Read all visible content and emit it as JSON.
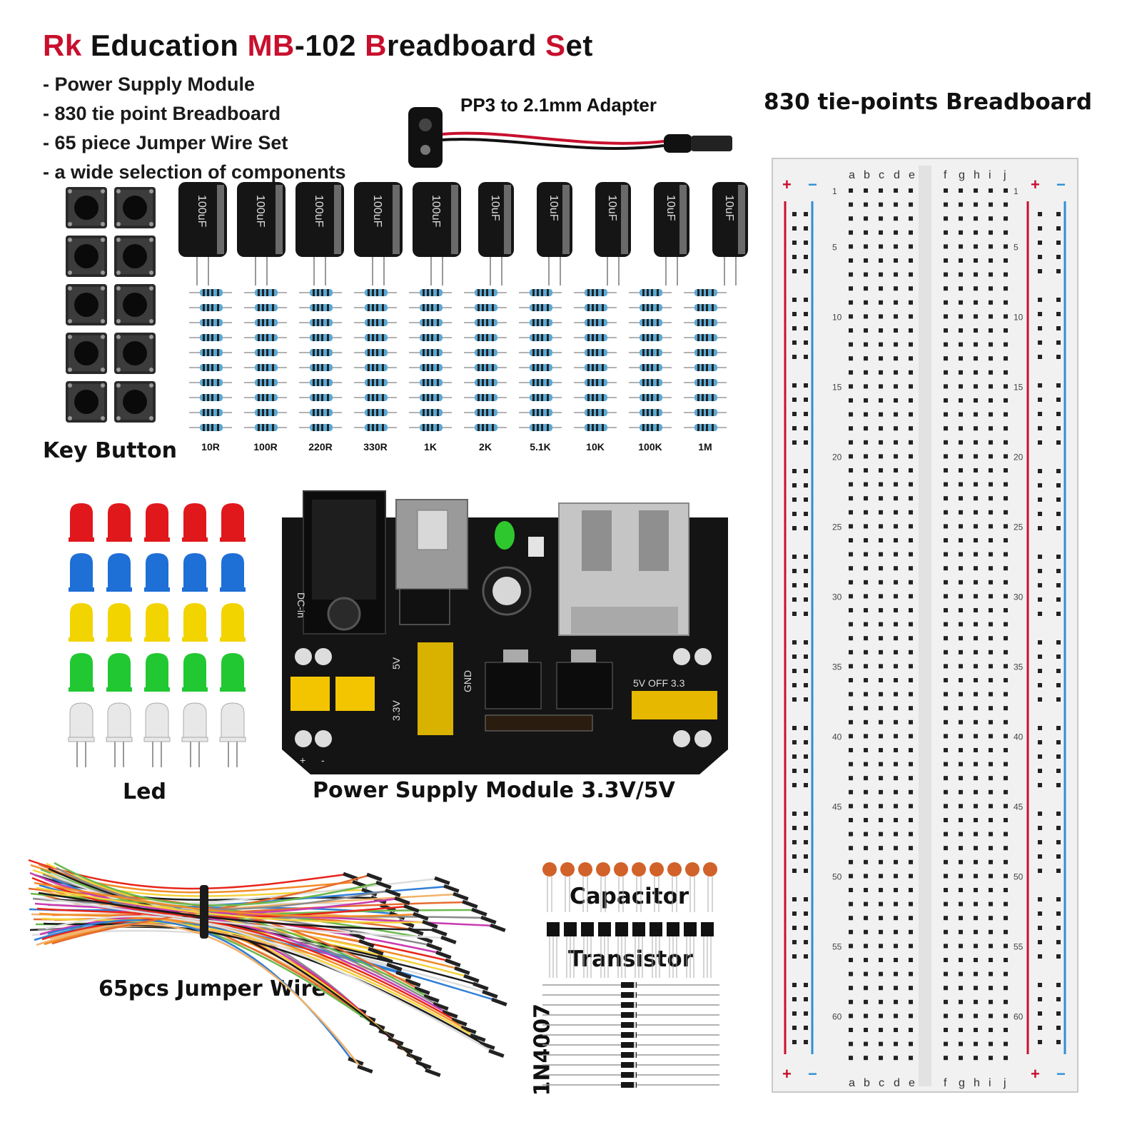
{
  "title": {
    "parts": [
      {
        "text": "Rk",
        "red": true
      },
      {
        "text": " Education ",
        "red": false
      },
      {
        "text": "MB",
        "red": true
      },
      {
        "text": "-102 ",
        "red": false
      },
      {
        "text": "B",
        "red": true
      },
      {
        "text": "readboard ",
        "red": false
      },
      {
        "text": "S",
        "red": true
      },
      {
        "text": "et",
        "red": false
      }
    ]
  },
  "bullets": [
    "- Power Supply Module",
    "- 830 tie point Breadboard",
    "- 65 piece Jumper Wire Set",
    "- a wide selection of components"
  ],
  "labels": {
    "adapter": "PP3 to 2.1mm Adapter",
    "breadboard": "830 tie-points Breadboard",
    "key_button": "Key Button",
    "led": "Led",
    "power_module": "Power Supply Module 3.3V/5V",
    "jumper": "65pcs Jumper Wire",
    "capacitor": "Capacitor",
    "transistor": "Transistor",
    "diode": "1N4007"
  },
  "capacitor_values": [
    "100uF",
    "100uF",
    "100uF",
    "100uF",
    "100uF",
    "10uF",
    "10uF",
    "10uF",
    "10uF",
    "10uF"
  ],
  "resistor_values": [
    "10R",
    "100R",
    "220R",
    "330R",
    "1K",
    "2K",
    "5.1K",
    "10K",
    "100K",
    "1M"
  ],
  "led_colors": [
    "#e0181c",
    "#1e6fd6",
    "#f2d400",
    "#22c832",
    "#e8e8e8"
  ],
  "module_silkscreen": {
    "dc_in": "DC-in",
    "v5": "5V",
    "v33": "3.3V",
    "gnd": "GND",
    "off": "5V OFF 3.3",
    "plus": "+",
    "minus": "-"
  },
  "breadboard": {
    "cols_left": [
      "a",
      "b",
      "c",
      "d",
      "e"
    ],
    "cols_right": [
      "f",
      "g",
      "h",
      "i",
      "j"
    ],
    "row_numbers": [
      "1",
      "5",
      "10",
      "15",
      "20",
      "25",
      "30",
      "35",
      "40",
      "45",
      "50",
      "55",
      "60"
    ],
    "rail_plus": "+",
    "rail_minus": "−"
  }
}
